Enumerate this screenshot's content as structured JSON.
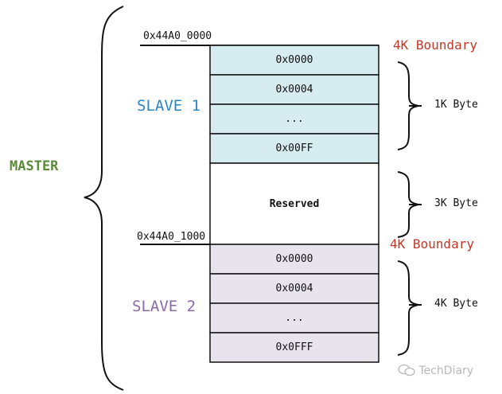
{
  "master_label": "MASTER",
  "slave1": {
    "label": "SLAVE 1",
    "start_address": "0x44A0_0000",
    "boundary": "4K Boundary",
    "registers": [
      "0x0000",
      "0x0004",
      "...",
      "0x00FF"
    ],
    "size": "1K Byte"
  },
  "reserved": {
    "label": "Reserved",
    "size": "3K Byte"
  },
  "slave2": {
    "label": "SLAVE 2",
    "start_address": "0x44A0_1000",
    "boundary": "4K Boundary",
    "registers": [
      "0x0000",
      "0x0004",
      "...",
      "0x0FFF"
    ],
    "size": "4K Byte"
  },
  "watermark": "TechDiary",
  "colors": {
    "slave1_fill": "#d6ecf0",
    "slave2_fill": "#e8e4ee",
    "slave1_text": "#2a86c6",
    "slave2_text": "#8a6aa8",
    "master_text": "#5a8a3a",
    "boundary_text": "#c0392b"
  }
}
